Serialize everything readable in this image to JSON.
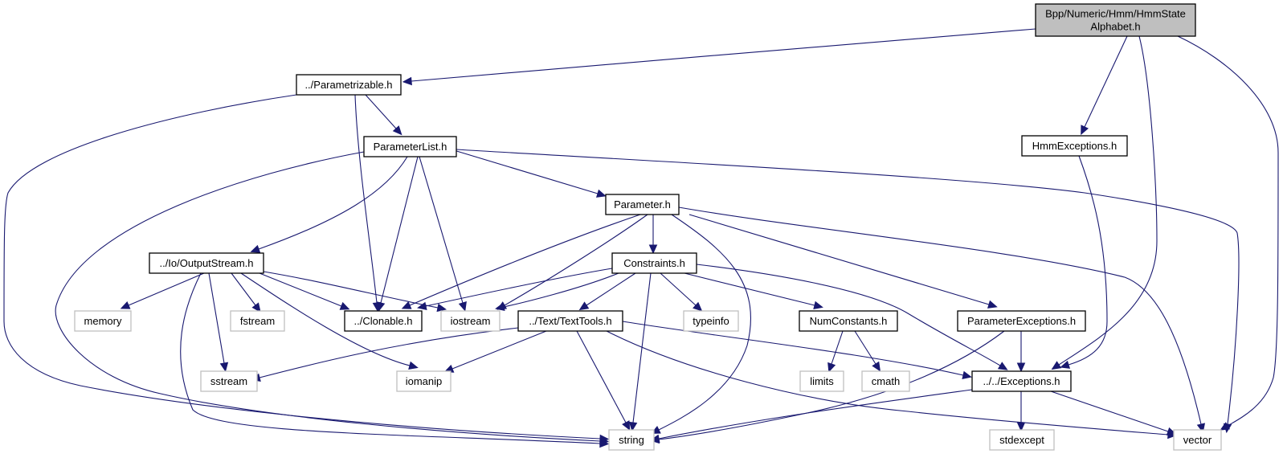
{
  "title": "Include dependency graph for Bpp/Numeric/Hmm/HmmStateAlphabet.h",
  "colors": {
    "edge": "#191970",
    "root_fill": "#bfbfbf",
    "root_border": "#000000",
    "project_border": "#000000",
    "system_border": "#bfbfbf",
    "node_fill": "#ffffff"
  },
  "nodes": [
    {
      "id": "root",
      "label_lines": [
        "Bpp/Numeric/Hmm/HmmState",
        "Alphabet.h"
      ],
      "kind": "root"
    },
    {
      "id": "parametrizable",
      "label_lines": [
        "../Parametrizable.h"
      ],
      "kind": "project"
    },
    {
      "id": "parameterlist",
      "label_lines": [
        "ParameterList.h"
      ],
      "kind": "project"
    },
    {
      "id": "hmmexceptions",
      "label_lines": [
        "HmmExceptions.h"
      ],
      "kind": "project"
    },
    {
      "id": "parameter",
      "label_lines": [
        "Parameter.h"
      ],
      "kind": "project"
    },
    {
      "id": "outputstream",
      "label_lines": [
        "../Io/OutputStream.h"
      ],
      "kind": "project"
    },
    {
      "id": "constraints",
      "label_lines": [
        "Constraints.h"
      ],
      "kind": "project"
    },
    {
      "id": "memory",
      "label_lines": [
        "memory"
      ],
      "kind": "system"
    },
    {
      "id": "fstream",
      "label_lines": [
        "fstream"
      ],
      "kind": "system"
    },
    {
      "id": "clonable",
      "label_lines": [
        "../Clonable.h"
      ],
      "kind": "project"
    },
    {
      "id": "iostream",
      "label_lines": [
        "iostream"
      ],
      "kind": "system"
    },
    {
      "id": "texttools",
      "label_lines": [
        "../Text/TextTools.h"
      ],
      "kind": "project"
    },
    {
      "id": "typeinfo",
      "label_lines": [
        "typeinfo"
      ],
      "kind": "system"
    },
    {
      "id": "numconstants",
      "label_lines": [
        "NumConstants.h"
      ],
      "kind": "project"
    },
    {
      "id": "paramexceptions",
      "label_lines": [
        "ParameterExceptions.h"
      ],
      "kind": "project"
    },
    {
      "id": "sstream",
      "label_lines": [
        "sstream"
      ],
      "kind": "system"
    },
    {
      "id": "iomanip",
      "label_lines": [
        "iomanip"
      ],
      "kind": "system"
    },
    {
      "id": "limits",
      "label_lines": [
        "limits"
      ],
      "kind": "system"
    },
    {
      "id": "cmath",
      "label_lines": [
        "cmath"
      ],
      "kind": "system"
    },
    {
      "id": "exceptions",
      "label_lines": [
        "../../Exceptions.h"
      ],
      "kind": "project"
    },
    {
      "id": "string",
      "label_lines": [
        "string"
      ],
      "kind": "system"
    },
    {
      "id": "stdexcept",
      "label_lines": [
        "stdexcept"
      ],
      "kind": "system"
    },
    {
      "id": "vector",
      "label_lines": [
        "vector"
      ],
      "kind": "system"
    }
  ],
  "edges": [
    {
      "from": "root",
      "to": "parametrizable"
    },
    {
      "from": "root",
      "to": "hmmexceptions"
    },
    {
      "from": "root",
      "to": "exceptions"
    },
    {
      "from": "root",
      "to": "vector"
    },
    {
      "from": "parametrizable",
      "to": "parameterlist"
    },
    {
      "from": "parametrizable",
      "to": "clonable"
    },
    {
      "from": "parametrizable",
      "to": "string"
    },
    {
      "from": "parameterlist",
      "to": "parameter"
    },
    {
      "from": "parameterlist",
      "to": "outputstream"
    },
    {
      "from": "parameterlist",
      "to": "clonable"
    },
    {
      "from": "parameterlist",
      "to": "iostream"
    },
    {
      "from": "parameterlist",
      "to": "string"
    },
    {
      "from": "parameterlist",
      "to": "vector"
    },
    {
      "from": "hmmexceptions",
      "to": "exceptions"
    },
    {
      "from": "parameter",
      "to": "constraints"
    },
    {
      "from": "parameter",
      "to": "clonable"
    },
    {
      "from": "parameter",
      "to": "iostream"
    },
    {
      "from": "parameter",
      "to": "string"
    },
    {
      "from": "parameter",
      "to": "paramexceptions"
    },
    {
      "from": "parameter",
      "to": "vector"
    },
    {
      "from": "outputstream",
      "to": "memory"
    },
    {
      "from": "outputstream",
      "to": "fstream"
    },
    {
      "from": "outputstream",
      "to": "sstream"
    },
    {
      "from": "outputstream",
      "to": "clonable"
    },
    {
      "from": "outputstream",
      "to": "iostream"
    },
    {
      "from": "outputstream",
      "to": "iomanip"
    },
    {
      "from": "outputstream",
      "to": "string"
    },
    {
      "from": "constraints",
      "to": "clonable"
    },
    {
      "from": "constraints",
      "to": "iostream"
    },
    {
      "from": "constraints",
      "to": "texttools"
    },
    {
      "from": "constraints",
      "to": "typeinfo"
    },
    {
      "from": "constraints",
      "to": "numconstants"
    },
    {
      "from": "constraints",
      "to": "exceptions"
    },
    {
      "from": "constraints",
      "to": "string"
    },
    {
      "from": "texttools",
      "to": "sstream"
    },
    {
      "from": "texttools",
      "to": "iomanip"
    },
    {
      "from": "texttools",
      "to": "string"
    },
    {
      "from": "texttools",
      "to": "exceptions"
    },
    {
      "from": "texttools",
      "to": "vector"
    },
    {
      "from": "numconstants",
      "to": "limits"
    },
    {
      "from": "numconstants",
      "to": "cmath"
    },
    {
      "from": "paramexceptions",
      "to": "exceptions"
    },
    {
      "from": "paramexceptions",
      "to": "string"
    },
    {
      "from": "exceptions",
      "to": "string"
    },
    {
      "from": "exceptions",
      "to": "stdexcept"
    },
    {
      "from": "exceptions",
      "to": "vector"
    }
  ]
}
